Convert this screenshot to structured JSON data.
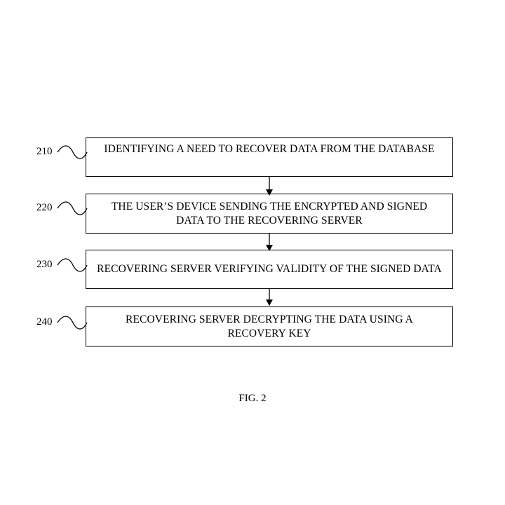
{
  "steps": [
    {
      "ref": "210",
      "text": "IDENTIFYING A NEED TO RECOVER DATA FROM THE DATABASE"
    },
    {
      "ref": "220",
      "text": "THE USER’S DEVICE SENDING THE ENCRYPTED AND SIGNED DATA TO THE RECOVERING SERVER"
    },
    {
      "ref": "230",
      "text": "RECOVERING SERVER VERIFYING VALIDITY OF THE SIGNED DATA"
    },
    {
      "ref": "240",
      "text": "RECOVERING SERVER DECRYPTING THE DATA USING A RECOVERY KEY"
    }
  ],
  "figure_label": "FIG. 2"
}
